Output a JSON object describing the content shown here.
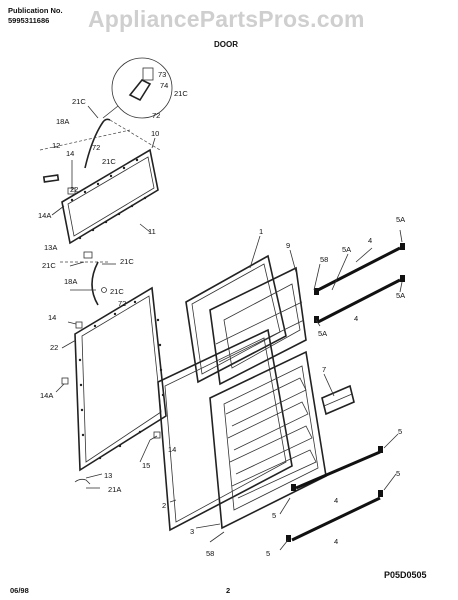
{
  "header": {
    "publication_label": "Publication No.",
    "publication_number": "5995311686",
    "watermark": "AppliancePartsPros.com",
    "section_title": "DOOR"
  },
  "footer": {
    "date": "06/98",
    "page": "2",
    "diagram_code": "P05D0505"
  },
  "callouts": {
    "c1": "1",
    "c2": "2",
    "c3": "3",
    "c4a": "4",
    "c4b": "4",
    "c4c": "4",
    "c4d": "4",
    "c5a": "5",
    "c5b": "5",
    "c5c": "5",
    "c5d": "5",
    "c5A1": "5A",
    "c5A2": "5A",
    "c5A3": "5A",
    "c5A4": "5A",
    "c7": "7",
    "c9": "9",
    "c10": "10",
    "c11": "11",
    "c12": "12",
    "c13": "13",
    "c13A": "13A",
    "c14a": "14",
    "c14b": "14",
    "c14c": "14",
    "c14A1": "14A",
    "c14A2": "14A",
    "c15": "15",
    "c18A1": "18A",
    "c18A2": "18A",
    "c21A": "21A",
    "c21C1": "21C",
    "c21C2": "21C",
    "c21C3": "21C",
    "c21C4": "21C",
    "c21C5": "21C",
    "c21C6": "21C",
    "c22a": "22",
    "c22b": "22",
    "c58a": "58",
    "c58b": "58",
    "c72a": "72",
    "c72b": "72",
    "c72c": "72",
    "c73": "73",
    "c74": "74"
  }
}
